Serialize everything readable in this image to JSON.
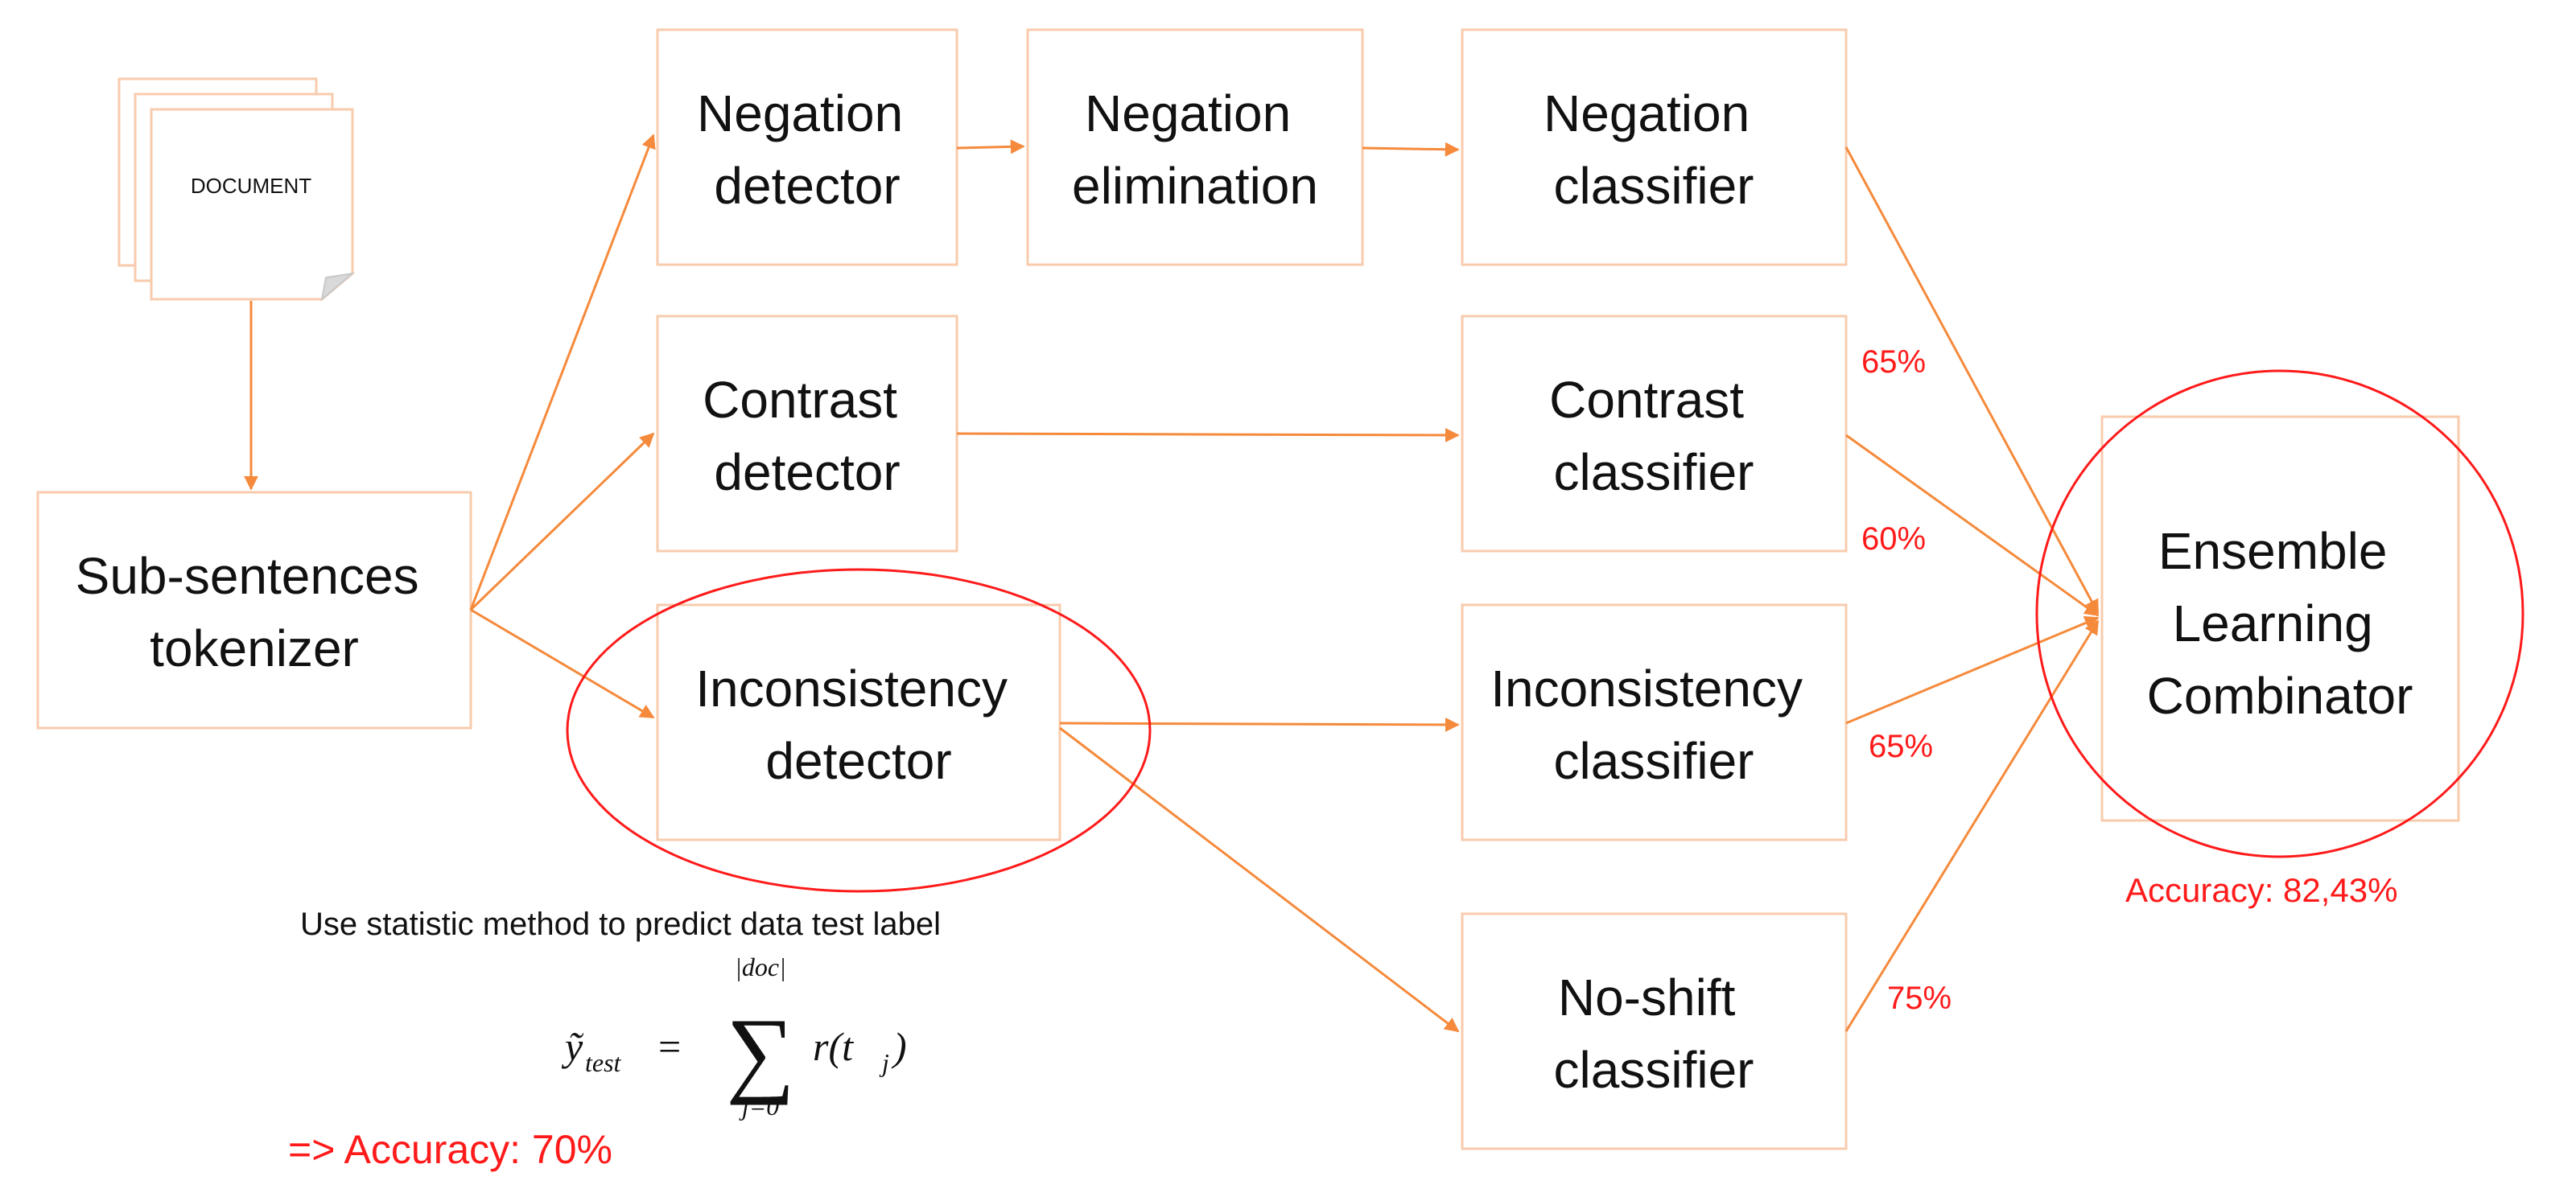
{
  "boxes": {
    "document": "DOCUMENT",
    "tokenizer": [
      "Sub-sentences",
      "tokenizer"
    ],
    "neg_detector": [
      "Negation",
      "detector"
    ],
    "neg_elimination": [
      "Negation",
      "elimination"
    ],
    "neg_classifier": [
      "Negation",
      "classifier"
    ],
    "con_detector": [
      "Contrast",
      "detector"
    ],
    "con_classifier": [
      "Contrast",
      "classifier"
    ],
    "inc_detector": [
      "Inconsistency",
      "detector"
    ],
    "inc_classifier": [
      "Inconsistency",
      "classifier"
    ],
    "noshift_classifier": [
      "No-shift",
      "classifier"
    ],
    "ensemble": [
      "Ensemble",
      "Learning",
      "Combinator"
    ]
  },
  "percentages": {
    "negation": "65%",
    "contrast": "60%",
    "inconsistency": "65%",
    "noshift": "75%"
  },
  "ensemble_accuracy": "Accuracy: 82,43%",
  "statistic": {
    "caption": "Use statistic method to predict data test label",
    "formula": {
      "lhs": "ỹ",
      "lhs_sub": "test",
      "eq": "=",
      "sigma": "∑",
      "upper": "|doc|",
      "lower": "j=0",
      "term": "r(t",
      "term_sub": "j",
      "term_close": ")"
    },
    "accuracy": "=> Accuracy: 70%"
  },
  "colors": {
    "box_stroke": "#f8cbad",
    "arrow": "#f58a3c",
    "highlight": "#ff1a1a"
  }
}
